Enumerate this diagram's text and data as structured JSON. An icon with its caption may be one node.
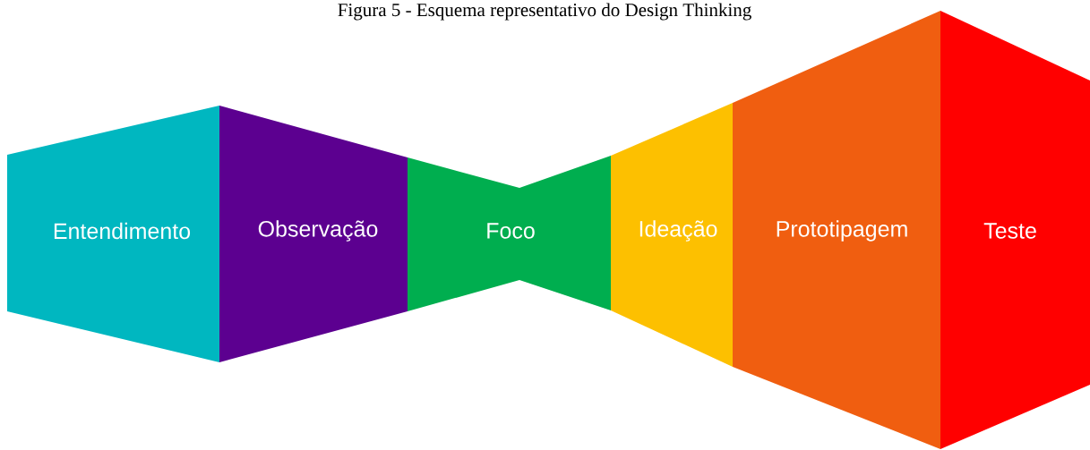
{
  "diagram": {
    "title": "Figura 5 - Esquema representativo do Design Thinking",
    "nodes": [
      {
        "text": [
          "Entendimento"
        ]
      },
      {
        "text": [
          "Observação"
        ]
      },
      {
        "text": [
          "Foco"
        ]
      },
      {
        "text": [
          "Ideação"
        ]
      },
      {
        "text": [
          "Prototipagem"
        ]
      },
      {
        "text": [
          "Teste"
        ]
      }
    ]
  }
}
